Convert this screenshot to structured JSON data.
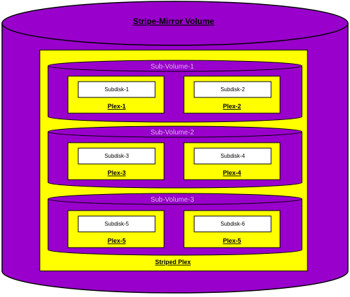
{
  "volume": {
    "title": "Stripe-Mirror Volume",
    "footer": "Striped Plex",
    "colors": {
      "volume": "#9900cc",
      "container": "#ffff00",
      "subdisk": "#ffffff",
      "outline": "#000000"
    }
  },
  "sub_volumes": [
    {
      "label": "Sub-Volume-1",
      "plexes": [
        {
          "label": "Plex-1",
          "subdisk": "Subdisk-1"
        },
        {
          "label": "Plex-2",
          "subdisk": "Subdisk-2"
        }
      ]
    },
    {
      "label": "Sub-Volume-2",
      "plexes": [
        {
          "label": "Plex-3",
          "subdisk": "Subdisk-3"
        },
        {
          "label": "Plex-4",
          "subdisk": "Subdisk-4"
        }
      ]
    },
    {
      "label": "Sub-Volume-3",
      "plexes": [
        {
          "label": "Plex-5",
          "subdisk": "Subdisk-5"
        },
        {
          "label": "Plex-5",
          "subdisk": "Subdisk-6"
        }
      ]
    }
  ]
}
